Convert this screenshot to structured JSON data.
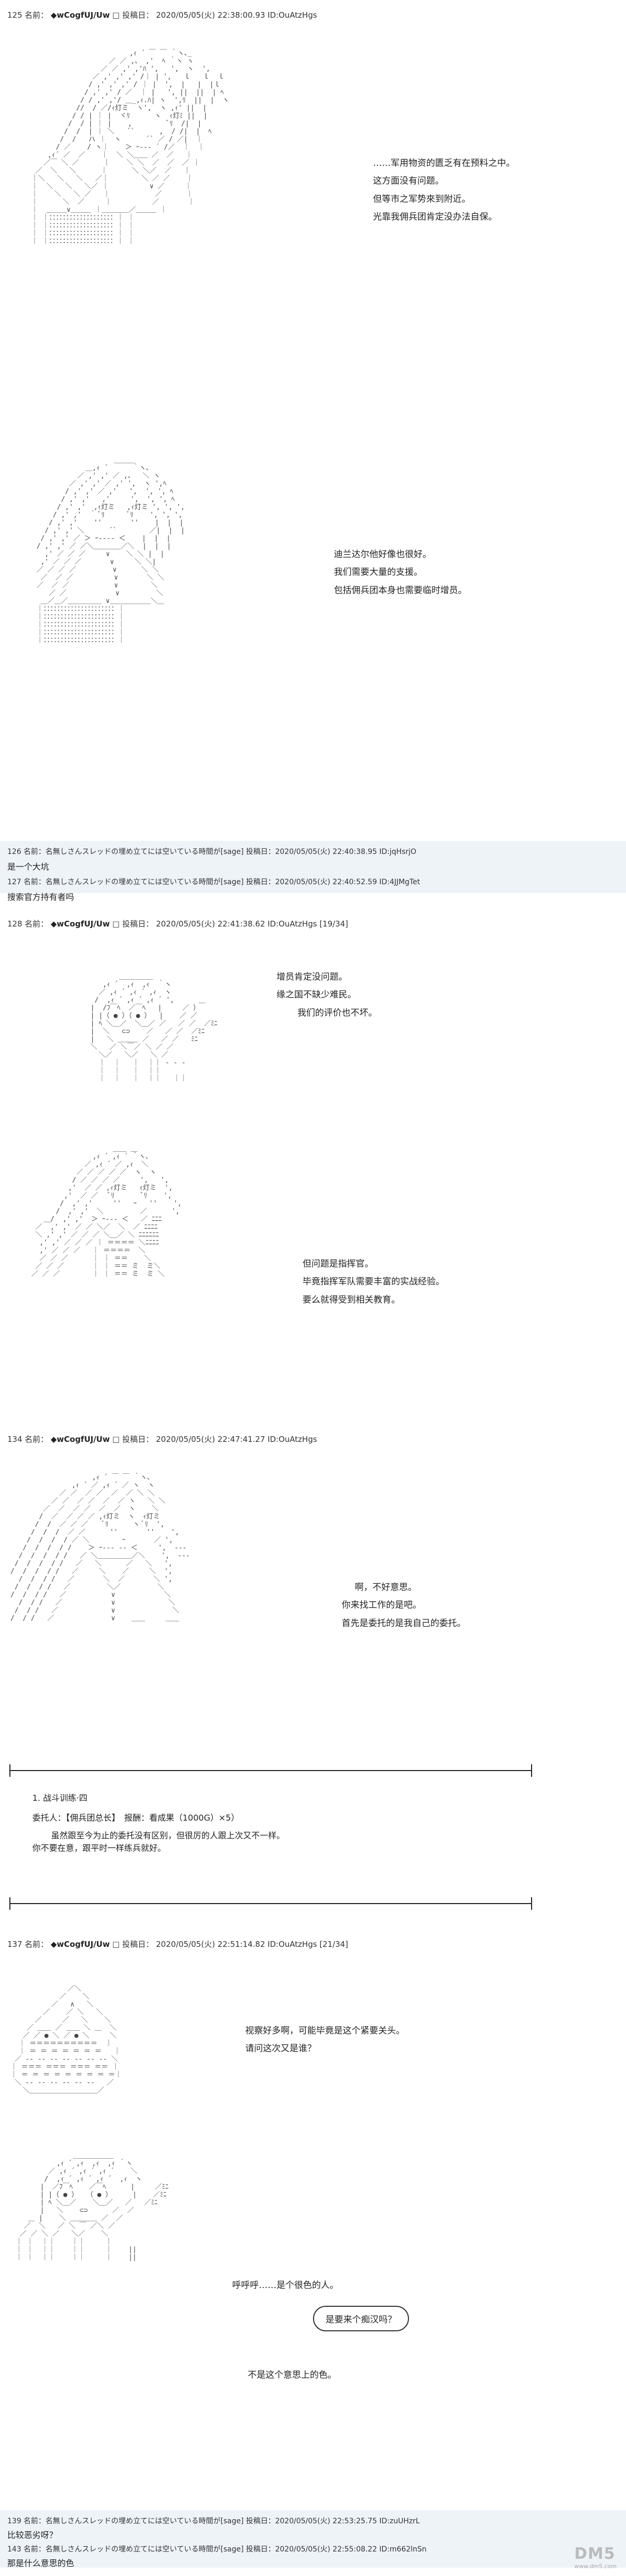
{
  "posts": [
    {
      "num": "125",
      "label": "名前：",
      "name": "◆wCogfUJ/Uw",
      "sep": "□",
      "date_label": "投稿日：",
      "date": "2020/05/05(火) 22:38:00.93",
      "id": "ID:OuAtzHgs"
    },
    {
      "num": "128",
      "label": "名前：",
      "name": "◆wCogfUJ/Uw",
      "sep": "□",
      "date_label": "投稿日：",
      "date": "2020/05/05(火) 22:41:38.62",
      "id": "ID:OuAtzHgs",
      "count": "[19/34]"
    },
    {
      "num": "134",
      "label": "名前：",
      "name": "◆wCogfUJ/Uw",
      "sep": "□",
      "date_label": "投稿日：",
      "date": "2020/05/05(火) 22:47:41.27",
      "id": "ID:OuAtzHgs"
    },
    {
      "num": "137",
      "label": "名前：",
      "name": "◆wCogfUJ/Uw",
      "sep": "□",
      "date_label": "投稿日：",
      "date": "2020/05/05(火) 22:51:14.82",
      "id": "ID:OuAtzHgs",
      "count": "[21/34]"
    }
  ],
  "dialogue": {
    "p125": [
      "……军用物资的匮乏有在预料之中。",
      "这方面没有问题。",
      "但等市之军势來到附近。",
      "光靠我佣兵团肯定没办法自保。"
    ],
    "p125b": [
      "迪兰达尔他好像也很好。",
      "我们需要大量的支援。",
      "包括佣兵团本身也需要临时增员。"
    ],
    "p128": [
      "增员肯定没问题。",
      "缘之国不缺少难民。",
      "我们的评价也不坏。"
    ],
    "p128b": [
      "但问题是指挥官。",
      "毕竟指挥军队需要丰富的实战经验。",
      "要么就得受到相关教育。"
    ],
    "p134": [
      "啊，不好意思。",
      "你来找工作的是吧。",
      "首先是委托的是我自己的委托。"
    ],
    "p137": [
      "视察好多啊，可能毕竟是这个紧要关头。",
      "请问这次又是谁？"
    ],
    "p137b": [
      "呼呼呼……是个很色的人。",
      "不是这个意思上的色。"
    ],
    "balloon": "是要来个痴汉吗？"
  },
  "replies": [
    {
      "header": "126 名前：名無しさんスレッドの埋め立てには空いている時間が[sage] 投稿日：2020/05/05(火) 22:40:38.95 ID:jqHsrjO",
      "body": "是一个大坑"
    },
    {
      "header": "127 名前：名無しさんスレッドの埋め立てには空いている時間が[sage] 投稿日：2020/05/05(火) 22:40:52.59 ID:4JJMgTet",
      "body": "搜索官方持有者吗"
    },
    {
      "header": "139 名前：名無しさんスレッドの埋め立てには空いている時間が[sage] 投稿日：2020/05/05(火) 22:53:25.75 ID:zuUHzrL",
      "body": "比较恶劣呀？"
    },
    {
      "header": "143 名前：名無しさんスレッドの埋め立てには空いている時間が[sage] 投稿日：2020/05/05(火) 22:55:08.22 ID:m662lnSn",
      "body": "那是什么意思的色"
    }
  ],
  "quest": {
    "line1": "1. 战斗训练·四",
    "line2": "委托人：【佣兵团总长】　报酬：看成果（1000G）×5）",
    "line3": "虽然跟至今为止的委托没有区别，但很厉的人跟上次又不一样。",
    "line4": "你不要在意，跟平时一样练兵就好。"
  },
  "watermark": {
    "brand": "DM5",
    "sub": "www.dm5.com"
  }
}
